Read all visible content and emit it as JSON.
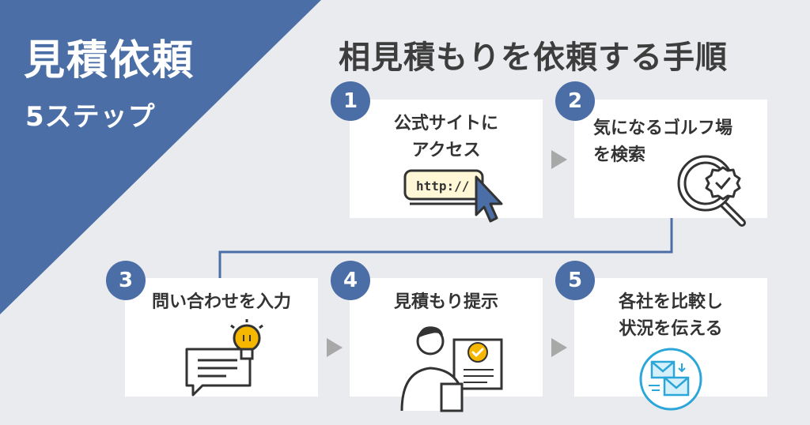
{
  "colors": {
    "brand": "#4a6ea5",
    "background": "#e9ebee",
    "card": "#ffffff",
    "accent": "#f5b700",
    "arrow": "#a8a8a8",
    "text": "#333333"
  },
  "banner": {
    "title": "見積依頼",
    "subtitle": "5ステップ"
  },
  "heading": "相見積もりを依頼する手順",
  "steps": [
    {
      "number": "1",
      "lines": [
        "公式サイトに",
        "アクセス"
      ],
      "icon": "browser-cursor-icon",
      "url_text": "http://"
    },
    {
      "number": "2",
      "lines": [
        "気になるゴルフ場",
        "を検索"
      ],
      "icon": "magnifier-check-icon"
    },
    {
      "number": "3",
      "lines": [
        "問い合わせを入力"
      ],
      "icon": "chat-lightbulb-icon"
    },
    {
      "number": "4",
      "lines": [
        "見積もり提示"
      ],
      "icon": "person-document-icon"
    },
    {
      "number": "5",
      "lines": [
        "各社を比較し",
        "状況を伝える"
      ],
      "icon": "mail-exchange-icon"
    }
  ]
}
